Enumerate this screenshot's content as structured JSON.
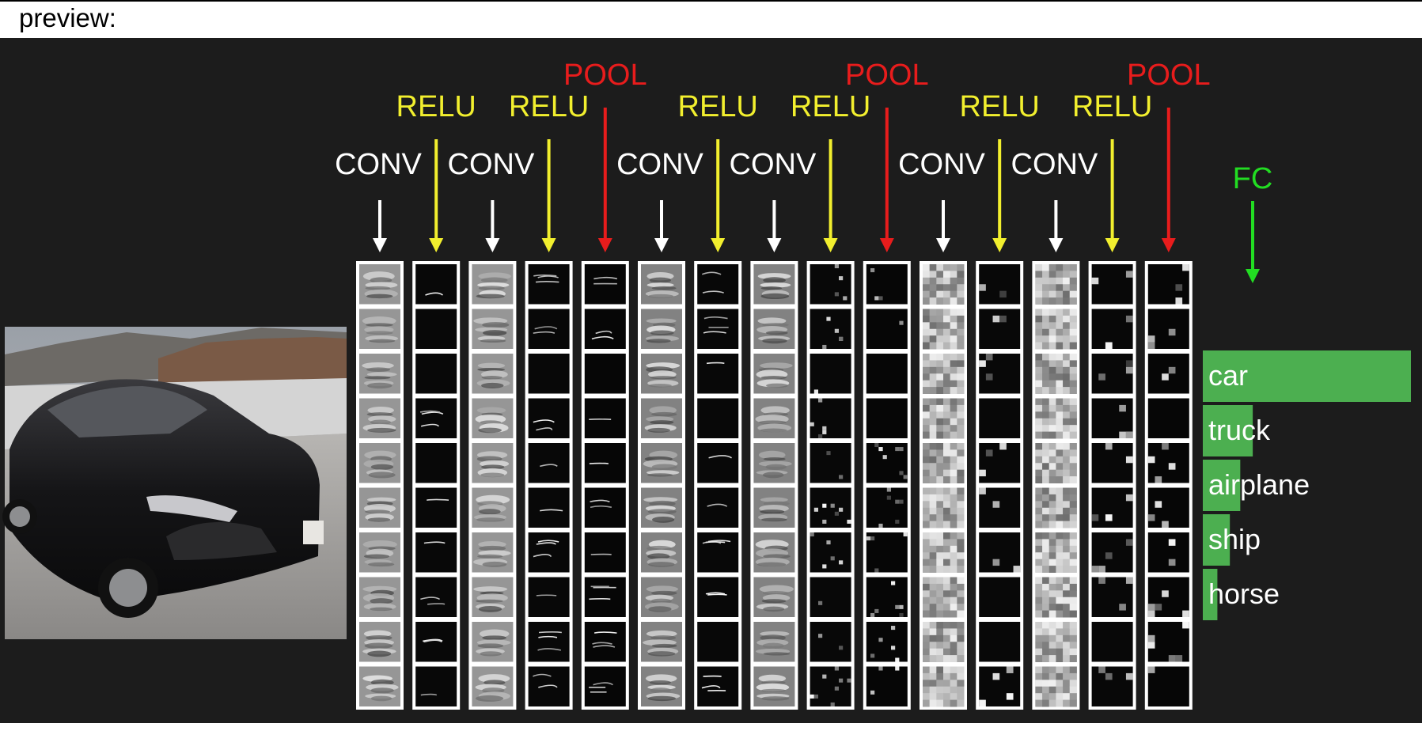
{
  "header": {
    "label": "preview:"
  },
  "layers": [
    {
      "label": "CONV",
      "kind": "conv"
    },
    {
      "label": "RELU",
      "kind": "relu"
    },
    {
      "label": "CONV",
      "kind": "conv"
    },
    {
      "label": "RELU",
      "kind": "relu"
    },
    {
      "label": "POOL",
      "kind": "pool"
    },
    {
      "label": "CONV",
      "kind": "conv"
    },
    {
      "label": "RELU",
      "kind": "relu"
    },
    {
      "label": "CONV",
      "kind": "conv"
    },
    {
      "label": "RELU",
      "kind": "relu"
    },
    {
      "label": "POOL",
      "kind": "pool"
    },
    {
      "label": "CONV",
      "kind": "conv"
    },
    {
      "label": "RELU",
      "kind": "relu"
    },
    {
      "label": "CONV",
      "kind": "conv"
    },
    {
      "label": "RELU",
      "kind": "relu"
    },
    {
      "label": "POOL",
      "kind": "pool"
    }
  ],
  "fc": {
    "label": "FC"
  },
  "predictions": [
    {
      "label": "car",
      "score": 1.0
    },
    {
      "label": "truck",
      "score": 0.24
    },
    {
      "label": "airplane",
      "score": 0.18
    },
    {
      "label": "ship",
      "score": 0.13
    },
    {
      "label": "horse",
      "score": 0.07
    }
  ],
  "colors": {
    "conv": "#ffffff",
    "relu": "#f2ef2e",
    "pool": "#e81c1c",
    "fc": "#22dd22",
    "bar": "#4caf50",
    "background": "#1c1c1c"
  },
  "input_image": {
    "icon": "car-photo"
  },
  "feature_maps_per_layer": 10
}
